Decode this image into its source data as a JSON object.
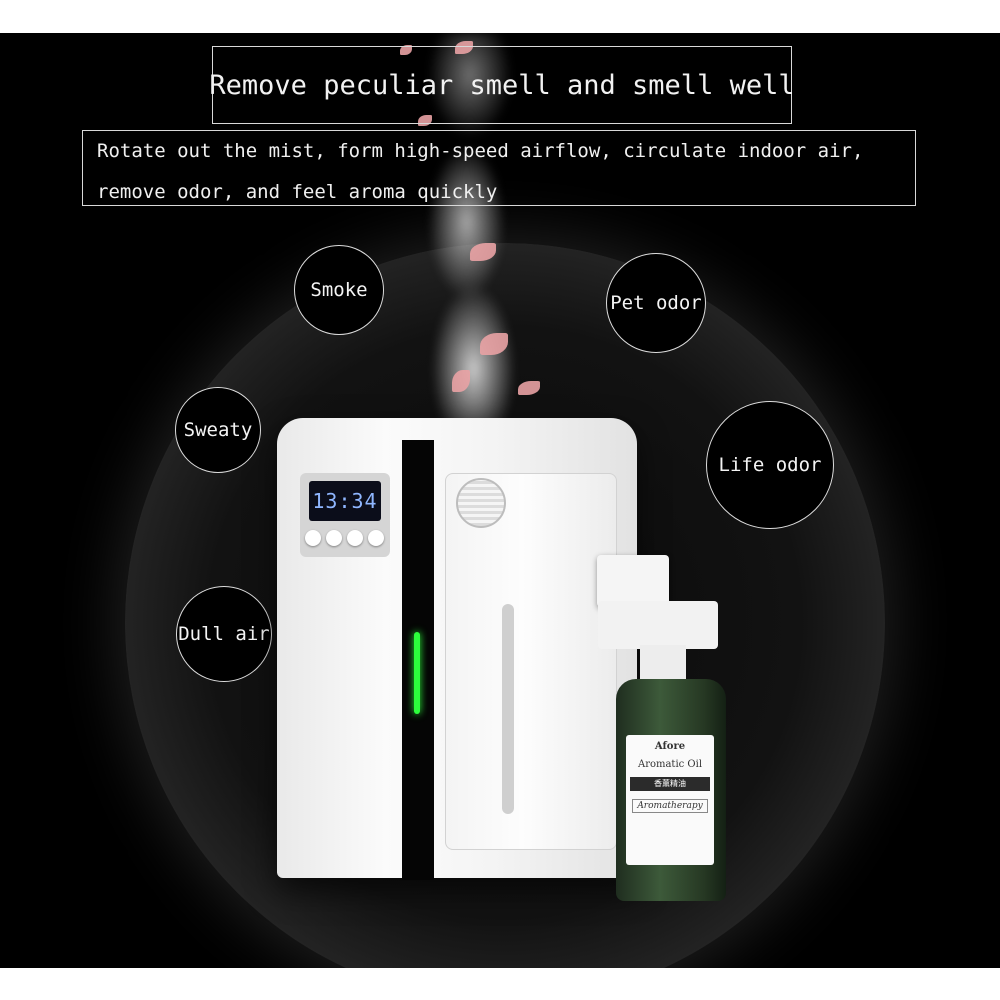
{
  "heading": "Remove peculiar smell and smell well",
  "description": {
    "line1": "Rotate out the mist, form high-speed airflow, circulate indoor air,",
    "line2": "remove odor, and feel aroma quickly"
  },
  "odors": {
    "smoke": "Smoke",
    "pet_odor": "Pet odor",
    "sweaty": "Sweaty",
    "life_odor": "Life odor",
    "dull_air": "Dull air"
  },
  "device": {
    "display_time": "13:34"
  },
  "bottle": {
    "brand": "Afore",
    "product": "Aromatic Oil",
    "chinese_label": "香薰精油",
    "script": "Aromatherapy"
  },
  "colors": {
    "background": "#000000",
    "indicator": "#2cff3c",
    "text": "#f2f2f2"
  }
}
